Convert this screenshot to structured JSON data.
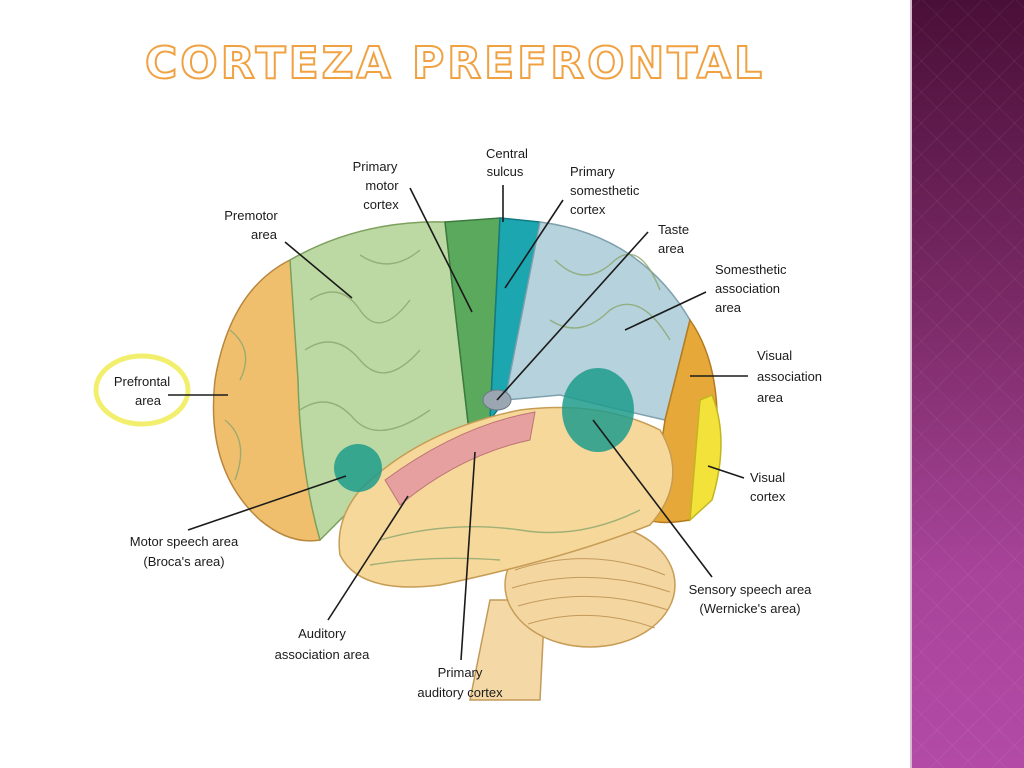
{
  "slide": {
    "title": "Corteza Prefrontal"
  },
  "labels": {
    "premotor": [
      "Premotor",
      "area"
    ],
    "primary_motor": [
      "Primary",
      "motor",
      "cortex"
    ],
    "central_sulcus": [
      "Central",
      "sulcus"
    ],
    "primary_somesthetic": [
      "Primary",
      "somesthetic",
      "cortex"
    ],
    "taste": [
      "Taste",
      "area"
    ],
    "somesthetic_association": [
      "Somesthetic",
      "association",
      "area"
    ],
    "prefrontal": [
      "Prefrontal",
      "area"
    ],
    "visual_association": [
      "Visual",
      "association",
      "area"
    ],
    "visual_cortex": [
      "Visual",
      "cortex"
    ],
    "motor_speech": [
      "Motor speech area",
      "(Broca's area)"
    ],
    "sensory_speech": [
      "Sensory speech area",
      "(Wernicke's area)"
    ],
    "auditory_association": [
      "Auditory",
      "association area"
    ],
    "primary_auditory": [
      "Primary",
      "auditory cortex"
    ]
  },
  "colors": {
    "prefrontal": "#efbf6e",
    "premotor": "#bcd9a4",
    "primary_motor": "#5aa95c",
    "somesthetic": "#1ba6b0",
    "somesthetic_association": "#b6d2dc",
    "visual_association": "#e7a83a",
    "visual_cortex": "#f2e23a",
    "temporal": "#f6d89a",
    "auditory": "#e49aa0",
    "speech": "#1e9c8c",
    "highlight": "#f3ef6e",
    "sidebar": "#7a2a66"
  }
}
